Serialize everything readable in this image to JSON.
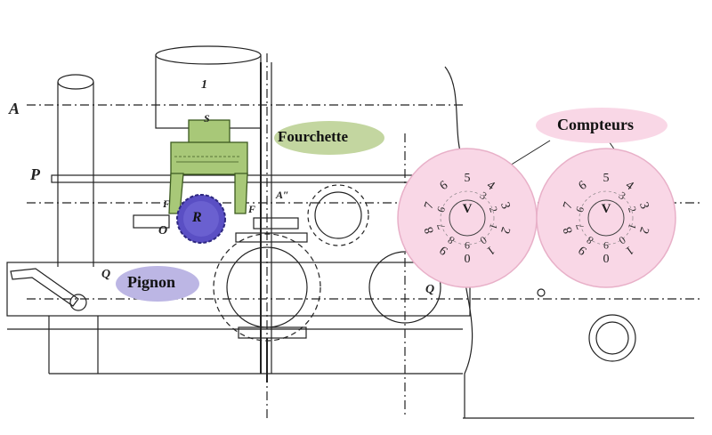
{
  "labels": {
    "fourchette": "Fourchette",
    "pignon": "Pignon",
    "compteurs": "Compteurs"
  },
  "letters": {
    "A_left": "A",
    "one": "1",
    "S": "S",
    "P": "P",
    "F_left": "F",
    "F_right": "F",
    "R": "R",
    "O": "O",
    "A_double": "A″",
    "Q_left": "Q",
    "Q_mid": "Q"
  },
  "counter_left": {
    "pointer": "V",
    "digits": [
      "5",
      "4",
      "3",
      "2",
      "1",
      "0",
      "9",
      "8",
      "7",
      "6"
    ],
    "inner_digits": [
      "3",
      "2",
      "1",
      "0",
      "9",
      "8",
      "7",
      "6"
    ]
  },
  "counter_right": {
    "pointer": "V",
    "digits": [
      "5",
      "4",
      "3",
      "2",
      "1",
      "0",
      "9",
      "8",
      "7",
      "6"
    ],
    "inner_digits": [
      "3",
      "2",
      "1",
      "0",
      "9",
      "8",
      "7",
      "6"
    ]
  },
  "colors": {
    "fourchette_fill": "#c3d6a0",
    "pignon_fill": "#bcb6e4",
    "pignon_gear": "#5a4fc4",
    "compteurs_fill": "#f9d7e6",
    "fork_green": "#a8c878",
    "ink": "#222222"
  }
}
